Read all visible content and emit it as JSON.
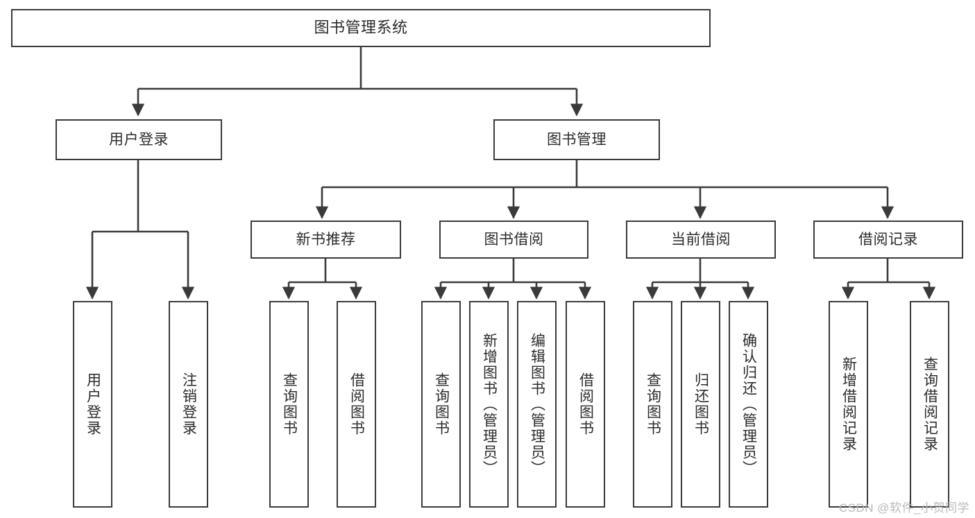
{
  "diagram": {
    "title": "图书管理系统",
    "type": "tree-hierarchy-diagram",
    "colors": {
      "stroke": "#3a3a3a",
      "fill": "#ffffff",
      "text": "#2b2b2b",
      "watermark": "#b9b9b9"
    },
    "levels": {
      "root": {
        "label": "图书管理系统"
      },
      "level2": [
        {
          "label": "用户登录"
        },
        {
          "label": "图书管理"
        }
      ],
      "level3": [
        {
          "label": "新书推荐"
        },
        {
          "label": "图书借阅"
        },
        {
          "label": "当前借阅"
        },
        {
          "label": "借阅记录"
        }
      ],
      "leaves_user_login": [
        {
          "label": "用户登录"
        },
        {
          "label": "注销登录"
        }
      ],
      "leaves_new_book": [
        {
          "label": "查询图书"
        },
        {
          "label": "借阅图书"
        }
      ],
      "leaves_borrow": [
        {
          "label": "查询图书"
        },
        {
          "label": "新增图书（管理员）"
        },
        {
          "label": "编辑图书（管理员）"
        },
        {
          "label": "借阅图书"
        }
      ],
      "leaves_current": [
        {
          "label": "查询图书"
        },
        {
          "label": "归还图书"
        },
        {
          "label": "确认归还（管理员）"
        }
      ],
      "leaves_record": [
        {
          "label": "新增借阅记录"
        },
        {
          "label": "查询借阅记录"
        }
      ]
    },
    "watermark": "CSDN @软件_小贺同学"
  }
}
